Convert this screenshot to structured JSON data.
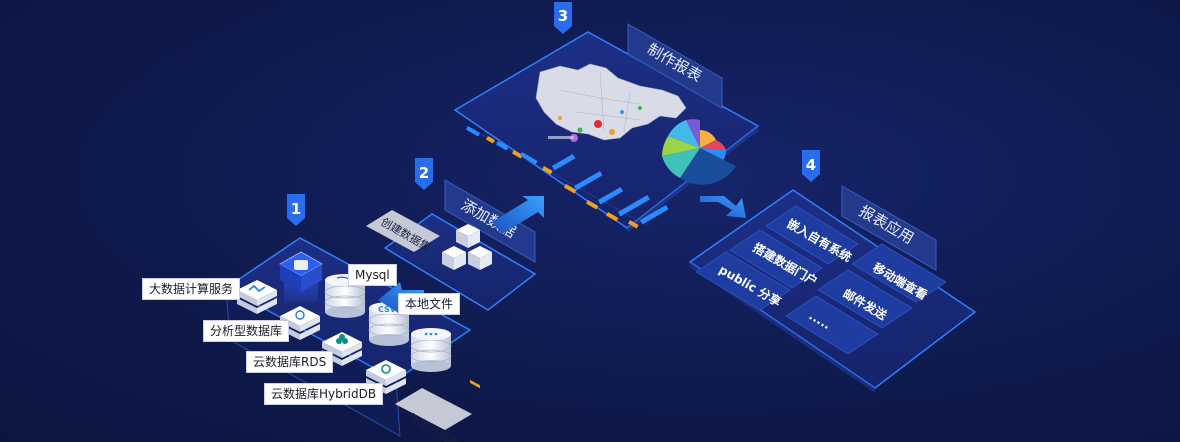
{
  "steps": [
    {
      "number": "1"
    },
    {
      "number": "2",
      "title": "添加数据",
      "tab": "创建数据集"
    },
    {
      "number": "3",
      "title": "制作报表"
    },
    {
      "number": "4",
      "title": "报表应用"
    }
  ],
  "sources": {
    "big_data": "大数据计算服务",
    "analytic_db": "分析型数据库",
    "rds": "云数据库RDS",
    "hybriddb": "云数据库HybridDB",
    "mysql": "Mysql",
    "local_file": "本地文件",
    "csv": "CSV",
    "add_source_tab": "添加数据源"
  },
  "apps": {
    "embed": "嵌入自有系统",
    "portal": "搭建数据门户",
    "mobile": "移动端查看",
    "public": "public 分享",
    "email": "邮件发送",
    "more": "....."
  },
  "colors": {
    "background": "#0f1a4d",
    "panel_fill": "#1a2a78",
    "panel_edge": "#2f7fff",
    "badge": "#2a6cf0",
    "arrow": "#2b8cff"
  }
}
